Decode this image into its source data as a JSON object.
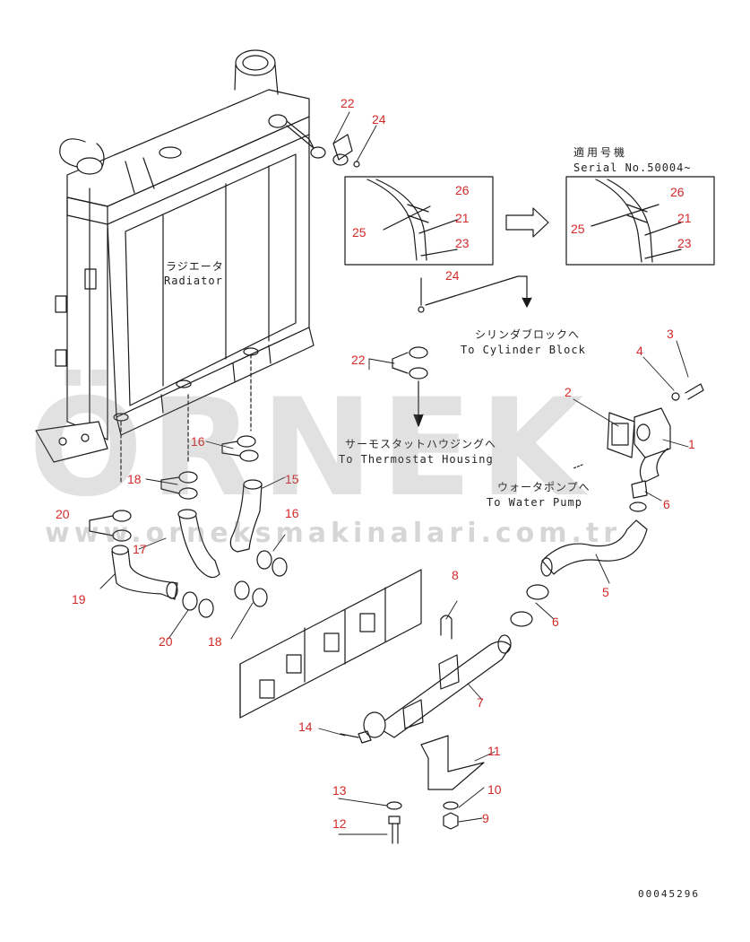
{
  "colors": {
    "label": "#d42a2a",
    "line": "#1a1a1a",
    "watermark": "#9a9a9a"
  },
  "watermark": {
    "brand": "ÖRNEK",
    "url": "www.orneksmakinalari.com.tr"
  },
  "texts": {
    "radiator_jp": "ラジエータ",
    "radiator_en": "Radiator",
    "cylinder_jp": "シリンダブロックへ",
    "cylinder_en": "To Cylinder Block",
    "thermostat_jp": "サーモスタットハウジングへ",
    "thermostat_en": "To Thermostat Housing",
    "pump_jp": "ウォータポンプへ",
    "pump_en": "To Water Pump",
    "serial_jp": "適用号機",
    "serial_en": "Serial No.50004~",
    "drawing_no": "00045296"
  },
  "callouts": [
    "22",
    "24",
    "26",
    "25",
    "21",
    "23",
    "26",
    "25",
    "21",
    "23",
    "24",
    "22",
    "3",
    "4",
    "2",
    "1",
    "6",
    "16",
    "15",
    "18",
    "16",
    "20",
    "17",
    "19",
    "20",
    "18",
    "8",
    "5",
    "6",
    "7",
    "14",
    "11",
    "13",
    "10",
    "9",
    "12"
  ]
}
